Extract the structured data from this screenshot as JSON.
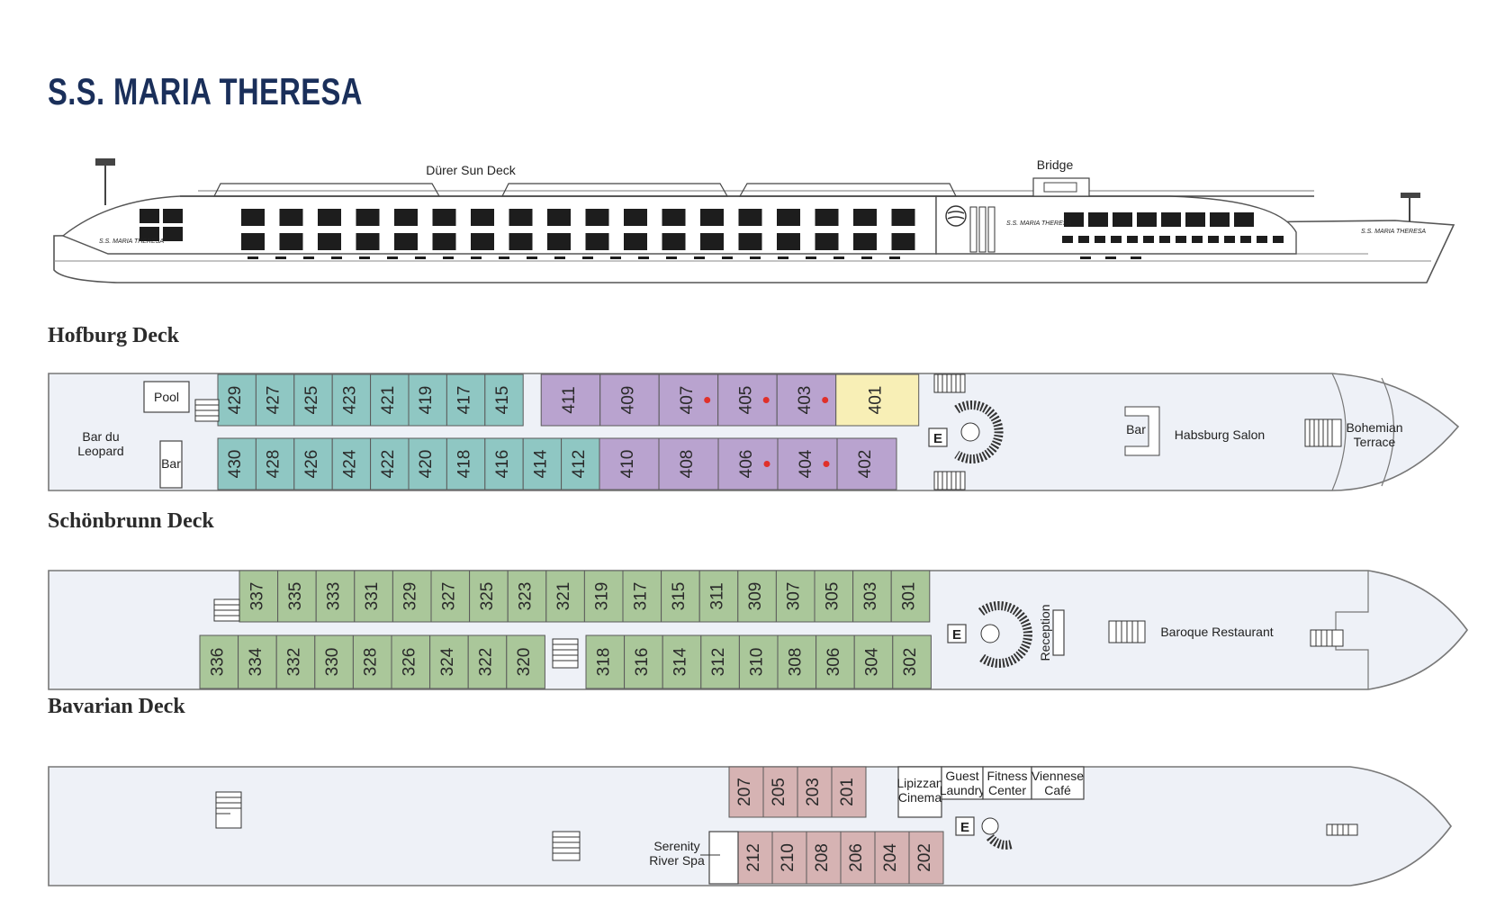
{
  "ship_name": "S.S. MARIA THERESA",
  "profile": {
    "sun_deck_label": "Dürer Sun Deck",
    "bridge_label": "Bridge",
    "hull_name": "S.S. MARIA THERESA"
  },
  "colors": {
    "title": "#1a2f5a",
    "hull_fill": "#eef1f7",
    "teal": "#8fc7c3",
    "purple": "#b9a3cf",
    "yellow": "#f8efb6",
    "green": "#aac79a",
    "mauve": "#d6b3b3",
    "dot": "#e0302a"
  },
  "decks": {
    "hofburg": {
      "title": "Hofburg Deck",
      "labels": {
        "pool": "Pool",
        "bar_du_leopard_1": "Bar du",
        "bar_du_leopard_2": "Leopard",
        "bar_small": "Bar",
        "elevator": "E",
        "bar_aft": "Bar",
        "salon": "Habsburg Salon",
        "terrace_1": "Bohemian",
        "terrace_2": "Terrace"
      },
      "top_row": [
        {
          "n": "429",
          "c": "teal"
        },
        {
          "n": "427",
          "c": "teal"
        },
        {
          "n": "425",
          "c": "teal"
        },
        {
          "n": "423",
          "c": "teal"
        },
        {
          "n": "421",
          "c": "teal"
        },
        {
          "n": "419",
          "c": "teal"
        },
        {
          "n": "417",
          "c": "teal"
        },
        {
          "n": "415",
          "c": "teal"
        },
        {
          "n": "411",
          "c": "purple"
        },
        {
          "n": "409",
          "c": "purple"
        },
        {
          "n": "407",
          "c": "purple",
          "dot": true
        },
        {
          "n": "405",
          "c": "purple",
          "dot": true
        },
        {
          "n": "403",
          "c": "purple",
          "dot": true
        },
        {
          "n": "401",
          "c": "yellow"
        }
      ],
      "bottom_row": [
        {
          "n": "430",
          "c": "teal"
        },
        {
          "n": "428",
          "c": "teal"
        },
        {
          "n": "426",
          "c": "teal"
        },
        {
          "n": "424",
          "c": "teal"
        },
        {
          "n": "422",
          "c": "teal"
        },
        {
          "n": "420",
          "c": "teal"
        },
        {
          "n": "418",
          "c": "teal"
        },
        {
          "n": "416",
          "c": "teal"
        },
        {
          "n": "414",
          "c": "teal"
        },
        {
          "n": "412",
          "c": "teal"
        },
        {
          "n": "410",
          "c": "purple"
        },
        {
          "n": "408",
          "c": "purple"
        },
        {
          "n": "406",
          "c": "purple",
          "dot": true
        },
        {
          "n": "404",
          "c": "purple",
          "dot": true
        },
        {
          "n": "402",
          "c": "purple"
        }
      ]
    },
    "schonbrunn": {
      "title": "Schönbrunn Deck",
      "labels": {
        "elevator": "E",
        "reception": "Reception",
        "restaurant": "Baroque Restaurant"
      },
      "top_row": [
        "337",
        "335",
        "333",
        "331",
        "329",
        "327",
        "325",
        "323",
        "321",
        "319",
        "317",
        "315",
        "311",
        "309",
        "307",
        "305",
        "303",
        "301"
      ],
      "bottom_left": [
        "336",
        "334",
        "332",
        "330",
        "328",
        "326",
        "324",
        "322",
        "320"
      ],
      "bottom_right": [
        "318",
        "316",
        "314",
        "312",
        "310",
        "308",
        "306",
        "304",
        "302"
      ]
    },
    "bavarian": {
      "title": "Bavarian Deck",
      "labels": {
        "cinema_1": "Lipizzan",
        "cinema_2": "Cinema",
        "laundry_1": "Guest",
        "laundry_2": "Laundry",
        "fitness_1": "Fitness",
        "fitness_2": "Center",
        "cafe_1": "Viennese",
        "cafe_2": "Café",
        "spa_1": "Serenity",
        "spa_2": "River Spa",
        "elevator": "E"
      },
      "top_row": [
        "207",
        "205",
        "203",
        "201"
      ],
      "bottom_row": [
        "212",
        "210",
        "208",
        "206",
        "204",
        "202"
      ]
    }
  }
}
